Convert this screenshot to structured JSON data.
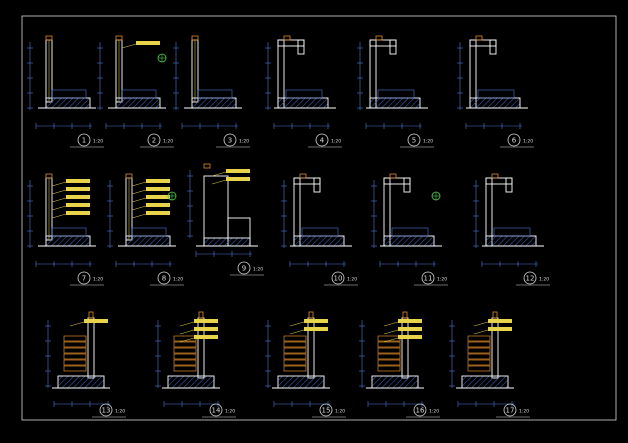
{
  "sheet": {
    "background": "#000000",
    "colors": {
      "border": "#d8d8d8",
      "wall": "#ffffff",
      "dim": "#4a7bd8",
      "hatch": "#3f66c8",
      "fill": "#3a5a9a",
      "leader": "#e8d44a",
      "accent": "#e08a28",
      "marker": "#4ccc4c",
      "label": "#d8d8d8"
    },
    "details": [
      {
        "id": "1",
        "scale": "1:20",
        "callouts": 0
      },
      {
        "id": "2",
        "scale": "1:20",
        "callouts": 1
      },
      {
        "id": "3",
        "scale": "1:20",
        "callouts": 0
      },
      {
        "id": "4",
        "scale": "1:20",
        "callouts": 0
      },
      {
        "id": "5",
        "scale": "1:20",
        "callouts": 0
      },
      {
        "id": "6",
        "scale": "1:20",
        "callouts": 0
      },
      {
        "id": "7",
        "scale": "1:20",
        "callouts": 5
      },
      {
        "id": "8",
        "scale": "1:20",
        "callouts": 5
      },
      {
        "id": "9",
        "scale": "1:20",
        "callouts": 2
      },
      {
        "id": "10",
        "scale": "1:20",
        "callouts": 0
      },
      {
        "id": "11",
        "scale": "1:20",
        "callouts": 0
      },
      {
        "id": "12",
        "scale": "1:20",
        "callouts": 0
      },
      {
        "id": "13",
        "scale": "1:20",
        "callouts": 1
      },
      {
        "id": "14",
        "scale": "1:20",
        "callouts": 3
      },
      {
        "id": "15",
        "scale": "1:20",
        "callouts": 2
      },
      {
        "id": "16",
        "scale": "1:20",
        "callouts": 3
      },
      {
        "id": "17",
        "scale": "1:20",
        "callouts": 2
      }
    ]
  }
}
